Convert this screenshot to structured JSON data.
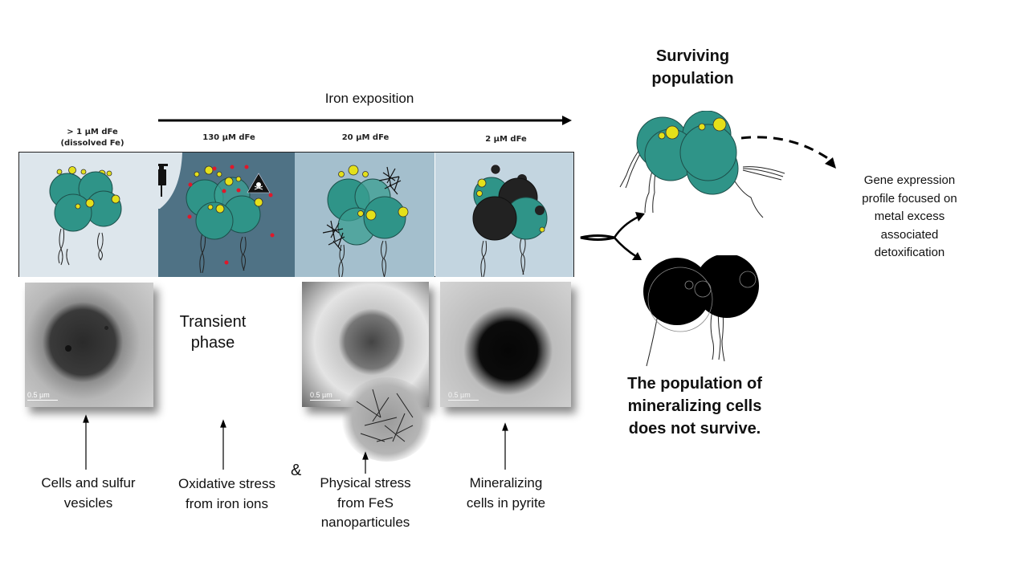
{
  "header": {
    "timeline_label": "Iron exposition",
    "initial_condition": [
      "> 1 µM dFe",
      "(dissolved Fe)"
    ]
  },
  "panels": [
    {
      "id": "control",
      "concentration": "",
      "background": "#dde6ec",
      "cell_state": "healthy"
    },
    {
      "id": "fe130",
      "concentration": "130 µM dFe",
      "background": "#4f7285",
      "cell_state": "oxidative-stress",
      "icons": [
        "syringe-icon",
        "toxic-hazard-icon",
        "iron-ion-icon"
      ]
    },
    {
      "id": "fe20",
      "concentration": "20 µM dFe",
      "background": "#a4bfcd",
      "cell_state": "fes-nanoparticles"
    },
    {
      "id": "fe2",
      "concentration": "2 µM dFe",
      "background": "#c3d5e0",
      "cell_state": "mineralized"
    }
  ],
  "tem_images": [
    {
      "id": "tem-cells",
      "scale_bar": "0.5 µm"
    },
    {
      "id": "tem-fes",
      "scale_bar": "0.5 µm"
    },
    {
      "id": "tem-pyrite",
      "scale_bar": "0.5 µm"
    }
  ],
  "transient_phase": [
    "Transient",
    "phase"
  ],
  "captions": [
    {
      "lines": [
        "Cells and sulfur",
        "vesicles"
      ]
    },
    {
      "lines": [
        "Oxidative stress",
        "from iron ions"
      ]
    },
    {
      "lines": [
        "Physical stress",
        "from FeS",
        "nanoparticules"
      ]
    },
    {
      "lines": [
        "Mineralizing",
        "cells in pyrite"
      ]
    }
  ],
  "ampersand": "&",
  "outcomes": {
    "surviving_title": [
      "Surviving",
      "population"
    ],
    "gene_expression": [
      "Gene expression",
      "profile focused on",
      "metal excess",
      "associated",
      "detoxification"
    ],
    "dying_title": [
      "The population of",
      "mineralizing cells",
      "does not survive."
    ]
  },
  "colors": {
    "cell_teal": "#2f9488",
    "sulfur_yellow": "#e4e01a",
    "pyrite_black": "#222222",
    "iron_ion_red": "#e0182a"
  }
}
